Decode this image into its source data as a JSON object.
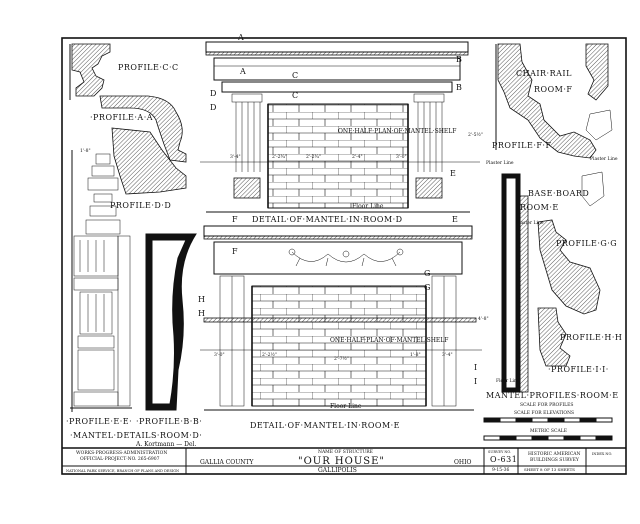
{
  "profiles": {
    "cc": "PROFILE·C·C",
    "aa": "·PROFILE·A·A·",
    "dd": "PROFILE·D·D",
    "ee": "·PROFILE·E·E·",
    "bb": "·PROFILE·B·B·",
    "ff": "PROFILE·F·F",
    "gg": "PROFILE·G·G",
    "hh": "PROFILE·H·H",
    "ii": "·PROFILE·I·I·"
  },
  "chair_rail": [
    "CHAIR·RAIL",
    "ROOM·F"
  ],
  "base_board": [
    "BASE·BOARD",
    "ROOM·E"
  ],
  "mantel_details": "·MANTEL·DETAILS·ROOM·D·",
  "mantel_profiles": "MANTEL·PROFILES·ROOM·E",
  "scale_profiles": "SCALE FOR PROFILES",
  "scale_elevations": "SCALE FOR ELEVATIONS",
  "metric_scale": "METRIC SCALE",
  "detail_d": "DETAIL·OF·MANTEL·IN·ROOM·D",
  "detail_e": "DETAIL·OF·MANTEL·IN·ROOM·E",
  "half_plan": "ONE·HALF·PLAN·OF·MANTEL·SHELF",
  "floor_line": "Floor Line",
  "plaster_line": "Plaster Line",
  "section_letters": {
    "a": "A",
    "b": "B",
    "c": "C",
    "d": "D",
    "e": "E",
    "f": "F",
    "g": "G",
    "h": "H",
    "i": "I"
  },
  "dims": {
    "d1": "3'-4\"",
    "d2": "2'-2¾\"",
    "d3": "2'-2¾\"",
    "d4": "2'-4\"",
    "d5": "3'-0\"",
    "d6": "2'-5½\"",
    "e1": "3'-0\"",
    "e2": "2'-2½\"",
    "e3": "2'-7½\"",
    "e4": "1'-8\"",
    "e5": "3'-4\"",
    "e6": "4'-8\""
  },
  "drawn_by": "A. Kortmann — Del.",
  "wpa": [
    "WORKS·PROGRESS·ADMINISTRATION",
    "OFFICIAL·PROJECT·NO. 265-6907"
  ],
  "nps": "NATIONAL PARK SERVICE, BRANCH OF PLANS AND DESIGN",
  "county": "GALLIA COUNTY",
  "structure_caption": "NAME OF STRUCTURE",
  "structure": "\"OUR HOUSE\"",
  "city": "GALLIPOLIS",
  "state": "OHIO",
  "survey_no": "SURVEY NO.",
  "survey_num": "O-631",
  "date": "9-15-36",
  "habs": [
    "HISTORIC AMERICAN",
    "BUILDINGS SURVEY"
  ],
  "sheet_no": "SHEET 8 OF 13 SHEETS",
  "index": "INDEX NO."
}
